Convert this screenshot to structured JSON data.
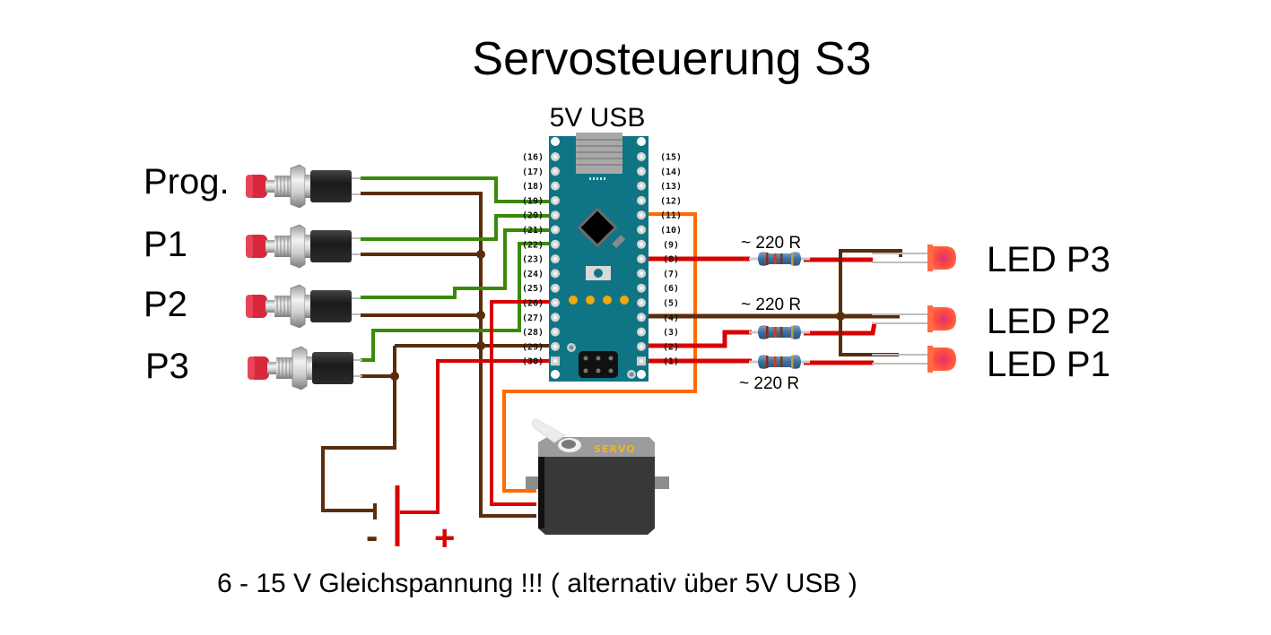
{
  "title": "Servosteuerung S3",
  "usb_label": "5V USB",
  "buttons": [
    {
      "label": "Prog."
    },
    {
      "label": "P1"
    },
    {
      "label": "P2"
    },
    {
      "label": "P3"
    }
  ],
  "board": {
    "left_pins": [
      "(16)",
      "(17)",
      "(18)",
      "(19)",
      "(20)",
      "(21)",
      "(22)",
      "(23)",
      "(24)",
      "(25)",
      "(26)",
      "(27)",
      "(28)",
      "(29)",
      "(30)"
    ],
    "right_pins": [
      "(15)",
      "(14)",
      "(13)",
      "(12)",
      "(11)",
      "(10)",
      "(9)",
      "(8)",
      "(7)",
      "(6)",
      "(5)",
      "(4)",
      "(3)",
      "(2)",
      "(1)"
    ]
  },
  "resistors": [
    {
      "label": "~ 220 R"
    },
    {
      "label": "~ 220 R"
    },
    {
      "label": "~ 220 R"
    }
  ],
  "leds": [
    {
      "label": "LED P3"
    },
    {
      "label": "LED P2"
    },
    {
      "label": "LED P1"
    }
  ],
  "servo_label": "SERVO",
  "supply": {
    "minus": "-",
    "plus": "+"
  },
  "footer": "6 - 15 V Gleichspannung !!! ( alternativ über 5V USB )",
  "colors": {
    "signal_green": "#3a8a0a",
    "ground_brown": "#5a2d0c",
    "power_red": "#d90000",
    "servo_orange": "#ff6a00",
    "board_teal": "#0f7585",
    "led_red": "#ff4a3a"
  }
}
